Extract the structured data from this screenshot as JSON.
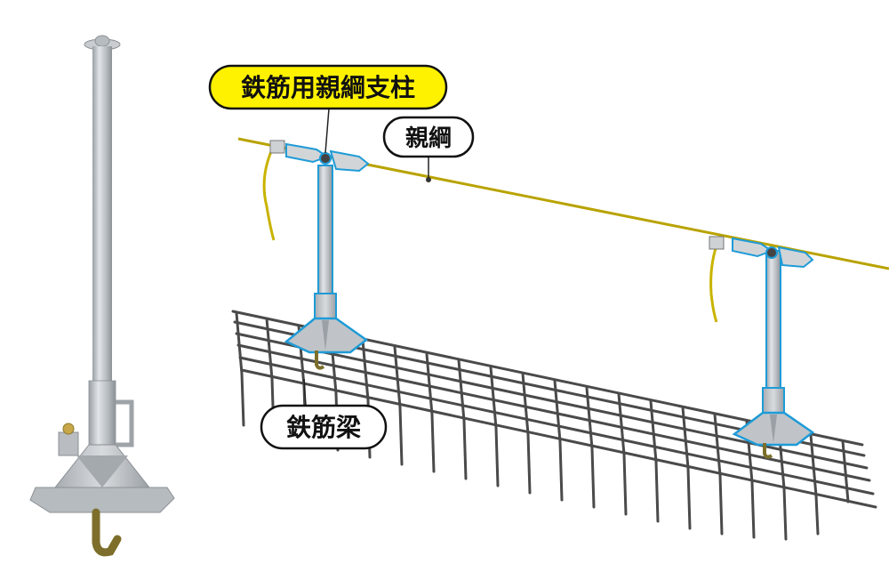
{
  "labels": {
    "post_title": "鉄筋用親綱支柱",
    "rope": "親綱",
    "beam": "鉄筋梁"
  },
  "colors": {
    "title_fill": "#fff200",
    "outline_highlight": "#1e9bd7",
    "rope": "#c9b300",
    "galvanized_steel": "#c4c8cc",
    "rebar": "#4a4a4a",
    "hook": "#8a7a2a"
  },
  "icons": [
    "clamp-icon",
    "carabiner-icon",
    "hook-icon"
  ]
}
